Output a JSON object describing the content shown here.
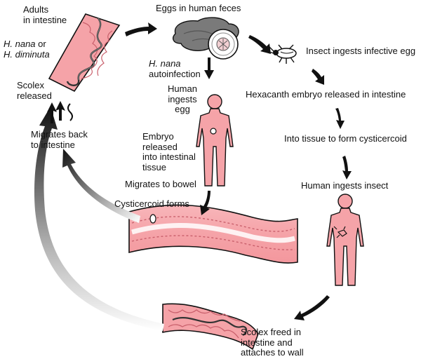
{
  "labels": {
    "adults_line1": "Adults",
    "adults_line2": "in intestine",
    "hnana_italic": "H. nana",
    "hnana_or": " or",
    "hdiminuta_italic": "H. diminuta",
    "scolex_line1": "Scolex",
    "scolex_line2": "released",
    "migrates_back_line1": "Migrates back",
    "migrates_back_line2": "to intestine",
    "eggs_feces": "Eggs in human feces",
    "insect_ingests_egg": "Insect ingests infective egg",
    "autoinfection_italic": "H. nana",
    "autoinfection_text": "autoinfection",
    "human_ingests_line1": "Human",
    "human_ingests_line2": "ingests",
    "human_ingests_line3": "egg",
    "hexacanth": "Hexacanth embryo released in intestine",
    "embryo_line1": "Embryo",
    "embryo_line2": "released",
    "embryo_line3": "into intestinal",
    "embryo_line4": "tissue",
    "into_tissue": "Into tissue to form cysticercoid",
    "migrates_bowel": "Migrates to bowel",
    "human_ingests_insect": "Human ingests insect",
    "cysticercoid_forms": "Cysticercoid forms",
    "scolex_freed_line1": "Scolex freed in",
    "scolex_freed_line2": "intestine and",
    "scolex_freed_line3": "attaches to wall"
  },
  "colors": {
    "tissue": "#f5a3a8",
    "tissue_dark": "#e07d86",
    "outline": "#111111",
    "feces": "#7a7a7a",
    "arrow": "#111111"
  }
}
